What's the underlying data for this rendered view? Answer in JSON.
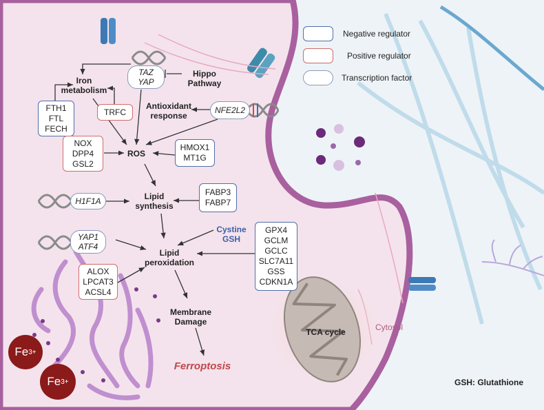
{
  "colors": {
    "negative": "#4f6fa8",
    "positive": "#d06b6b",
    "transcription": "#8898b8",
    "ferroptosis": "#c0474b",
    "cystine": "#3b5fa8",
    "fe": "#8b1a1a"
  },
  "legend": {
    "negative": "Negative regulator",
    "positive": "Positive regulator",
    "transcription": "Transcription factor"
  },
  "tf": {
    "taz": "TAZ",
    "yap": "YAP",
    "nfe2l2": "NFE2L2",
    "h1f1a": "H1F1A",
    "yap1": "YAP1",
    "atf4": "ATF4"
  },
  "labels": {
    "iron_1": "Iron",
    "iron_2": "metabolism",
    "hippo_1": "Hippo",
    "hippo_2": "Pathway",
    "antiox_1": "Antioxidant",
    "antiox_2": "response",
    "ros": "ROS",
    "lipid_syn_1": "Lipid",
    "lipid_syn_2": "synthesis",
    "lipid_per_1": "Lipid",
    "lipid_per_2": "peroxidation",
    "membrane_1": "Membrane",
    "membrane_2": "Damage",
    "ferroptosis": "Ferroptosis",
    "cystine_1": "Cystine",
    "cystine_2": "GSH",
    "tca": "TCA cycle",
    "cytosol": "Cytosol",
    "gsh_note": "GSH: Glutathione",
    "fe": "Fe",
    "fe_charge": "3+"
  },
  "boxes": {
    "fth": [
      "FTH1",
      "FTL",
      "FECH"
    ],
    "trfc": [
      "TRFC"
    ],
    "nox": [
      "NOX",
      "DPP4",
      "GSL2"
    ],
    "hmox": [
      "HMOX1",
      "MT1G"
    ],
    "fabp": [
      "FABP3",
      "FABP7"
    ],
    "gpx": [
      "GPX4",
      "GCLM",
      "GCLC",
      "SLC7A11",
      "GSS",
      "CDKN1A"
    ],
    "alox": [
      "ALOX",
      "LPCAT3",
      "ACSL4"
    ]
  }
}
